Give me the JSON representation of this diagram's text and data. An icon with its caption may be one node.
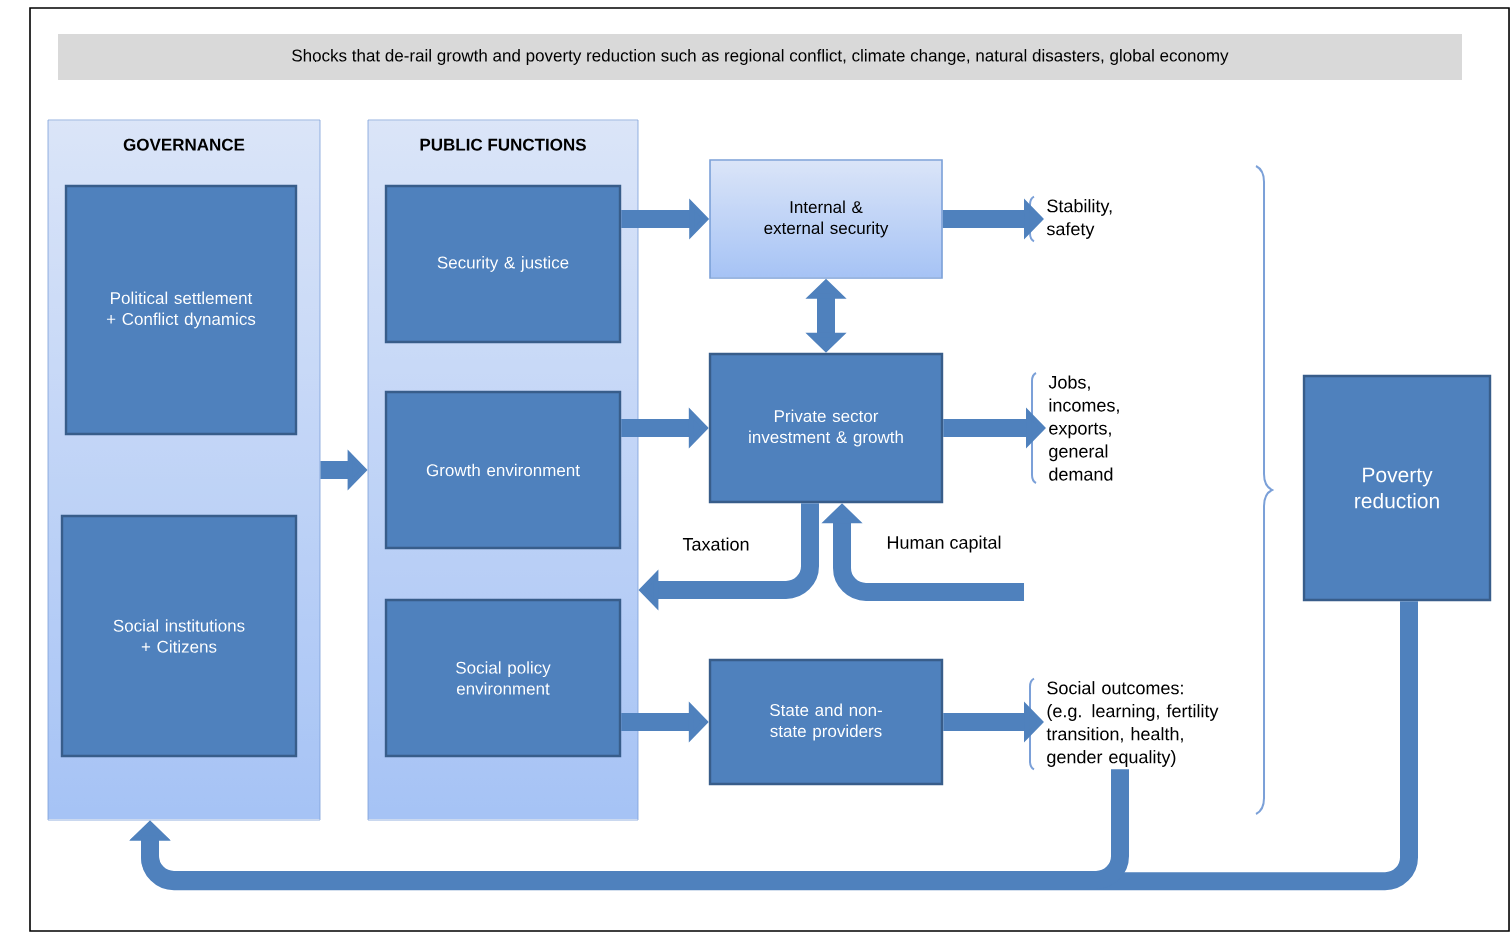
{
  "diagram": {
    "nodes": [
      {
        "text": [
          "Shocks that de-rail growth and poverty reduction such as regional conflict, climate change, natural disasters, global economy"
        ]
      },
      {
        "text": [
          "GOVERNANCE"
        ]
      },
      {
        "text": [
          "Political settlement + Conflict dynamics"
        ],
        "in": 1
      },
      {
        "text": [
          "Social institutions + Citizens"
        ],
        "in": 1
      },
      {
        "text": [
          "PUBLIC FUNCTIONS"
        ]
      },
      {
        "text": [
          "Security & justice"
        ],
        "in": 4
      },
      {
        "text": [
          "Growth environment"
        ],
        "in": 4
      },
      {
        "text": [
          "Social policy environment"
        ],
        "in": 4
      },
      {
        "text": [
          "Internal & external security"
        ]
      },
      {
        "text": [
          "Private sector investment & growth"
        ]
      },
      {
        "text": [
          "State and non-state providers"
        ]
      },
      {
        "text": [
          "Stability, safety"
        ]
      },
      {
        "text": [
          "Jobs, incomes, exports, general demand"
        ]
      },
      {
        "text": [
          "Social outcomes: (e.g. learning, fertility transition, health, gender equality)"
        ]
      },
      {
        "text": [
          "Poverty reduction"
        ]
      }
    ],
    "edges": [
      {
        "from": 1,
        "to": 4,
        "arrow": "to"
      },
      {
        "from": 5,
        "to": 8,
        "arrow": "to"
      },
      {
        "from": 6,
        "to": 9,
        "arrow": "to"
      },
      {
        "from": 7,
        "to": 10,
        "arrow": "to"
      },
      {
        "from": 8,
        "to": 11,
        "arrow": "to"
      },
      {
        "from": 9,
        "to": 12,
        "arrow": "to"
      },
      {
        "from": 10,
        "to": 13,
        "arrow": "to"
      },
      {
        "from": 8,
        "to": 9,
        "arrow": "both"
      },
      {
        "from": 9,
        "to": 4,
        "arrow": "to",
        "label": "Taxation"
      },
      {
        "from": null,
        "to": 9,
        "arrow": "to",
        "label": "Human capital"
      },
      {
        "from": 14,
        "to": 1,
        "arrow": "to"
      },
      {
        "from": 13,
        "to": 1,
        "arrow": "to"
      }
    ]
  }
}
